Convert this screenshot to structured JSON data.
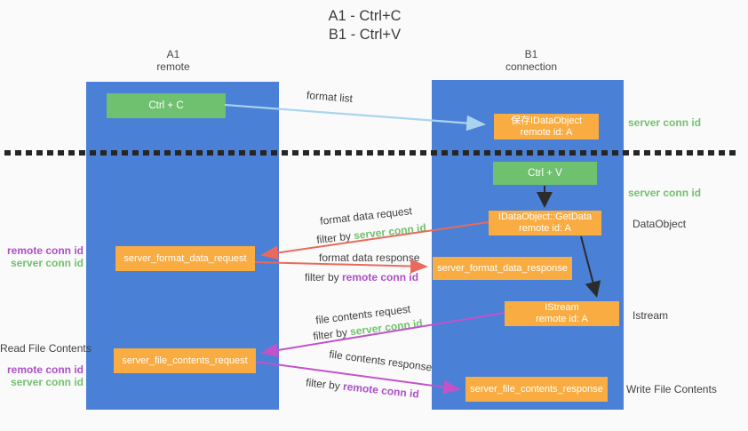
{
  "title": {
    "line1": "A1 - Ctrl+C",
    "line2": "B1 - Ctrl+V"
  },
  "columns": {
    "left": {
      "id": "A1",
      "name": "remote"
    },
    "right": {
      "id": "B1",
      "name": "connection"
    }
  },
  "boxes": {
    "ctrl_c": "Ctrl + C",
    "ctrl_v": "Ctrl + V",
    "save_dataobject": {
      "line1": "保存IDataObject",
      "line2": "remote id: A"
    },
    "getdata": {
      "line1": "IDataObject::GetData",
      "line2": "remote id: A"
    },
    "istream": {
      "line1": "IStream",
      "line2": "remote id: A"
    },
    "server_format_data_request": "server_format_data_request",
    "server_format_data_response": "server_format_data_response",
    "server_file_contents_request": "server_file_contents_request",
    "server_file_contents_response": "server_file_contents_response"
  },
  "flow_labels": {
    "format_list": "format list",
    "format_data_request": "format data request",
    "format_data_response": "format data response",
    "file_contents_request": "file contents request",
    "file_contents_response": "file contents response",
    "filter_by": "filter by ",
    "server_conn_id": "server conn id",
    "remote_conn_id": "remote conn id"
  },
  "side_labels": {
    "server_conn_id_top": "server conn id",
    "server_conn_id_mid": "server conn id",
    "dataobject": "DataObject",
    "istream": "Istream",
    "write_file_contents": "Write File Contents",
    "read_file_contents": "Read File Contents",
    "remote_conn_id_upper": "remote conn id",
    "server_conn_id_upper": "server conn id",
    "remote_conn_id_lower": "remote conn id",
    "server_conn_id_lower": "server conn id"
  },
  "colors": {
    "column_blue": "#4A80D6",
    "box_green": "#6FC06F",
    "box_orange": "#F9AC41",
    "text_green": "#72C16E",
    "text_purple": "#AC4FC6",
    "arrow_red": "#E96A5C",
    "arrow_magenta": "#C153C9",
    "arrow_blue": "#A9D4F0",
    "arrow_black": "#2B2B2B",
    "text_dark": "#3F3F3F",
    "background": "#FAFAFA"
  }
}
